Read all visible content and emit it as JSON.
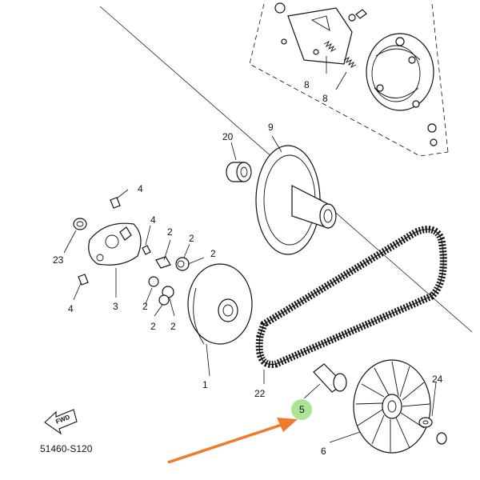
{
  "diagram": {
    "code": "51460-S120",
    "fwd": "FWD",
    "labels": {
      "p1": "1",
      "p2a": "2",
      "p2b": "2",
      "p2c": "2",
      "p2d": "2",
      "p2e": "2",
      "p2f": "2",
      "p3": "3",
      "p4a": "4",
      "p4b": "4",
      "p4c": "4",
      "p5": "5",
      "p6": "6",
      "p8a": "8",
      "p8b": "8",
      "p9": "9",
      "p20": "20",
      "p22": "22",
      "p23": "23",
      "p24": "24"
    },
    "highlight": {
      "part": "5",
      "color": "#8fdc70",
      "arrow_color": "#f07a2a"
    }
  }
}
